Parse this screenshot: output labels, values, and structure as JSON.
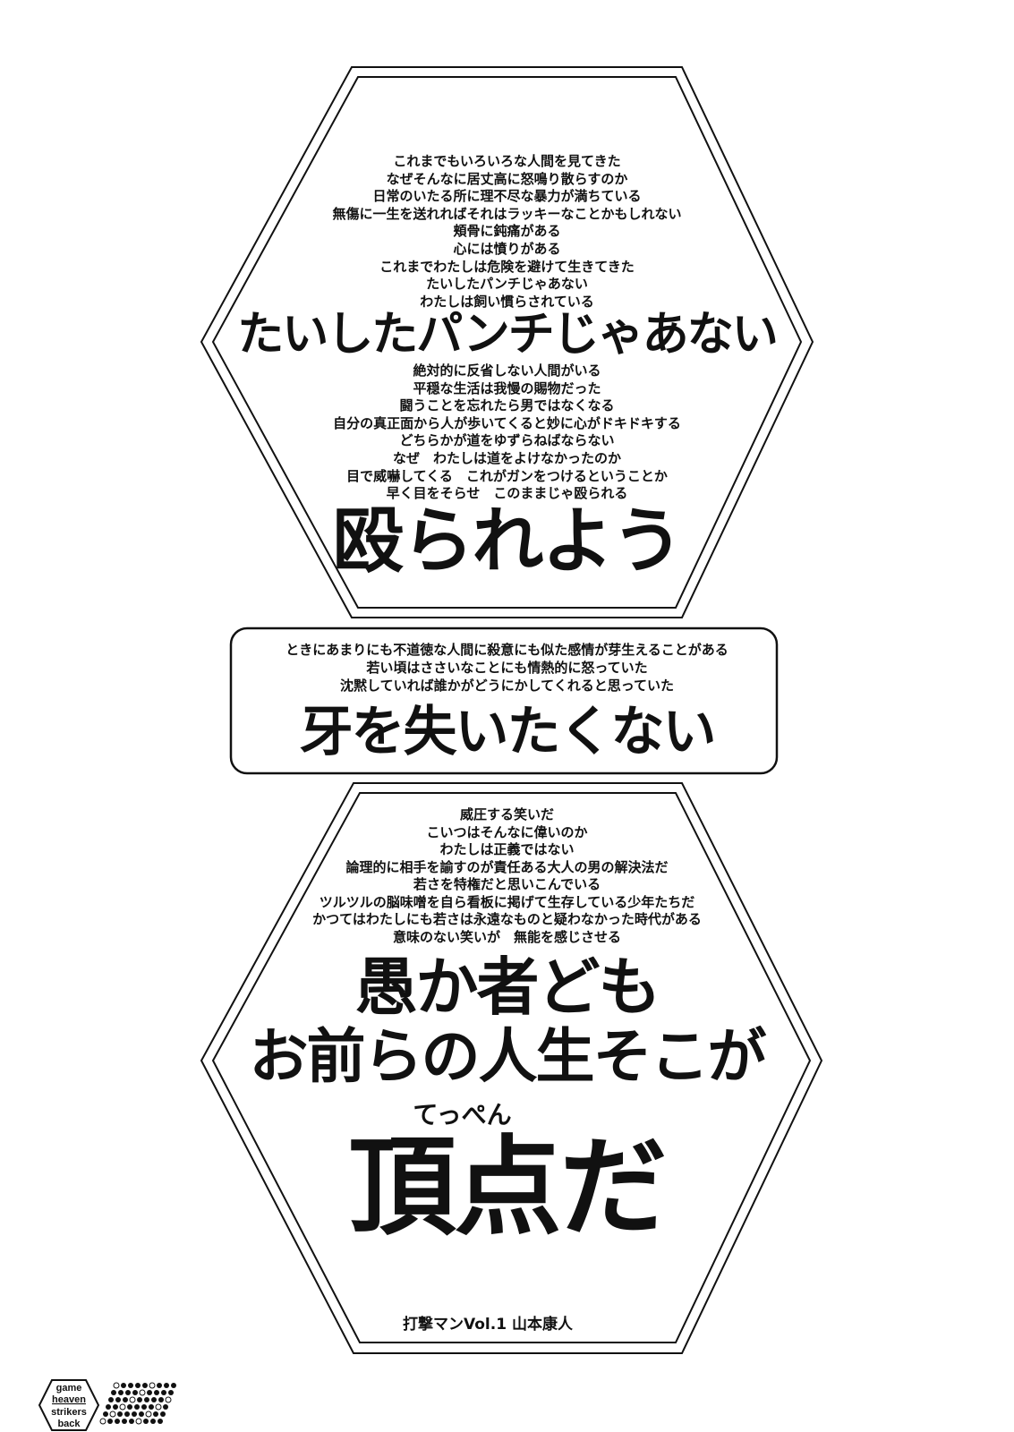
{
  "block1": {
    "lines": [
      "これまでもいろいろな人間を見てきた",
      "なぜそんなに居丈高に怒鳴り散らすのか",
      "日常のいたる所に理不尽な暴力が満ちている",
      "無傷に一生を送れればそれはラッキーなことかもしれない",
      "頬骨に鈍痛がある",
      "心には憤りがある",
      "これまでわたしは危険を避けて生きてきた",
      "たいしたパンチじゃあない",
      "わたしは飼い慣らされている"
    ],
    "headline1": "たいしたパンチじゃあない",
    "lines2": [
      "絶対的に反省しない人間がいる",
      "平穏な生活は我慢の賜物だった",
      "闘うことを忘れたら男ではなくなる",
      "自分の真正面から人が歩いてくると妙に心がドキドキする",
      "どちらかが道をゆずらねばならない",
      "なぜ　わたしは道をよけなかったのか",
      "目で威嚇してくる　これがガンをつけるということか",
      "早く目をそらせ　このままじゃ殴られる"
    ],
    "headline2": "殴られよう"
  },
  "block2": {
    "lines": [
      "ときにあまりにも不道徳な人間に殺意にも似た感情が芽生えることがある",
      "若い頃はささいなことにも情熱的に怒っていた",
      "沈黙していれば誰かがどうにかしてくれると思っていた"
    ],
    "headline": "牙を失いたくない"
  },
  "block3": {
    "lines": [
      "威圧する笑いだ",
      "こいつはそんなに偉いのか",
      "わたしは正義ではない",
      "論理的に相手を諭すのが責任ある大人の男の解決法だ",
      "若さを特権だと思いこんでいる",
      "ツルツルの脳味噌を自ら看板に掲げて生存している少年たちだ",
      "かつてはわたしにも若さは永遠なものと疑わなかった時代がある",
      "意味のない笑いが　無能を感じさせる"
    ],
    "headline1": "愚か者ども",
    "headline2": "お前らの人生そこが",
    "furigana": "てっぺん",
    "headline3": "頂点だ"
  },
  "footer": "打撃マンVol.1 山本康人",
  "logo": {
    "lines": [
      "game",
      "heaven",
      "strikers",
      "back"
    ]
  }
}
